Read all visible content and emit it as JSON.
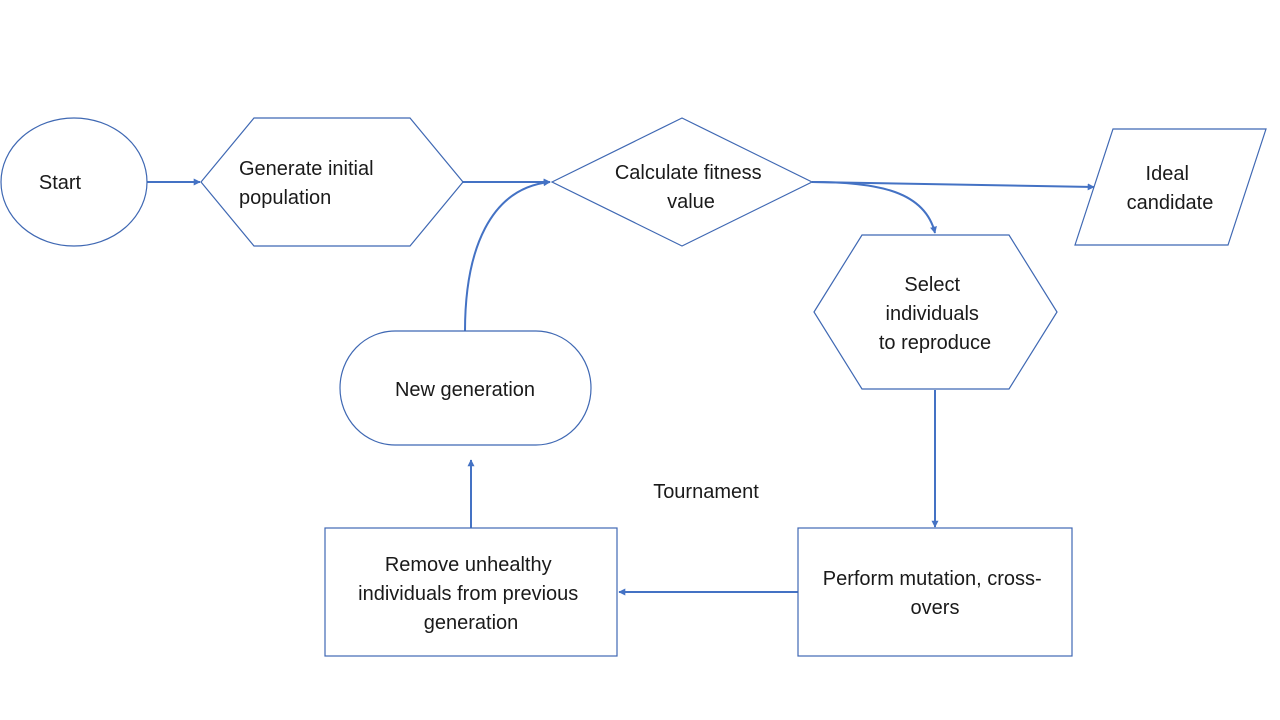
{
  "colors": {
    "shape_stroke": "#3f68b3",
    "connector": "#4472c4",
    "text": "#1a1a1a",
    "background": "#ffffff"
  },
  "nodes": {
    "start": {
      "shape": "ellipse",
      "lines": [
        "Start"
      ]
    },
    "generate": {
      "shape": "hexagon",
      "lines": [
        "Generate initial",
        "population"
      ]
    },
    "fitness": {
      "shape": "diamond",
      "lines": [
        "Calculate fitness",
        "value"
      ]
    },
    "ideal": {
      "shape": "parallelogram",
      "lines": [
        "Ideal",
        "candidate"
      ]
    },
    "select": {
      "shape": "hexagon",
      "lines": [
        "Select",
        "individuals",
        "to reproduce"
      ]
    },
    "new_generation": {
      "shape": "rounded-terminator",
      "lines": [
        "New generation"
      ]
    },
    "mutation": {
      "shape": "rectangle",
      "lines": [
        "Perform mutation, cross-",
        "overs"
      ]
    },
    "remove": {
      "shape": "rectangle",
      "lines": [
        "Remove unhealthy",
        "individuals from previous",
        "generation"
      ]
    }
  },
  "labels": {
    "tournament": "Tournament"
  },
  "edges": [
    {
      "from": "start",
      "to": "generate"
    },
    {
      "from": "generate",
      "to": "fitness"
    },
    {
      "from": "fitness",
      "to": "ideal"
    },
    {
      "from": "fitness",
      "to": "select"
    },
    {
      "from": "select",
      "to": "mutation"
    },
    {
      "from": "mutation",
      "to": "remove"
    },
    {
      "from": "remove",
      "to": "new_generation"
    },
    {
      "from": "new_generation",
      "to": "fitness"
    }
  ]
}
